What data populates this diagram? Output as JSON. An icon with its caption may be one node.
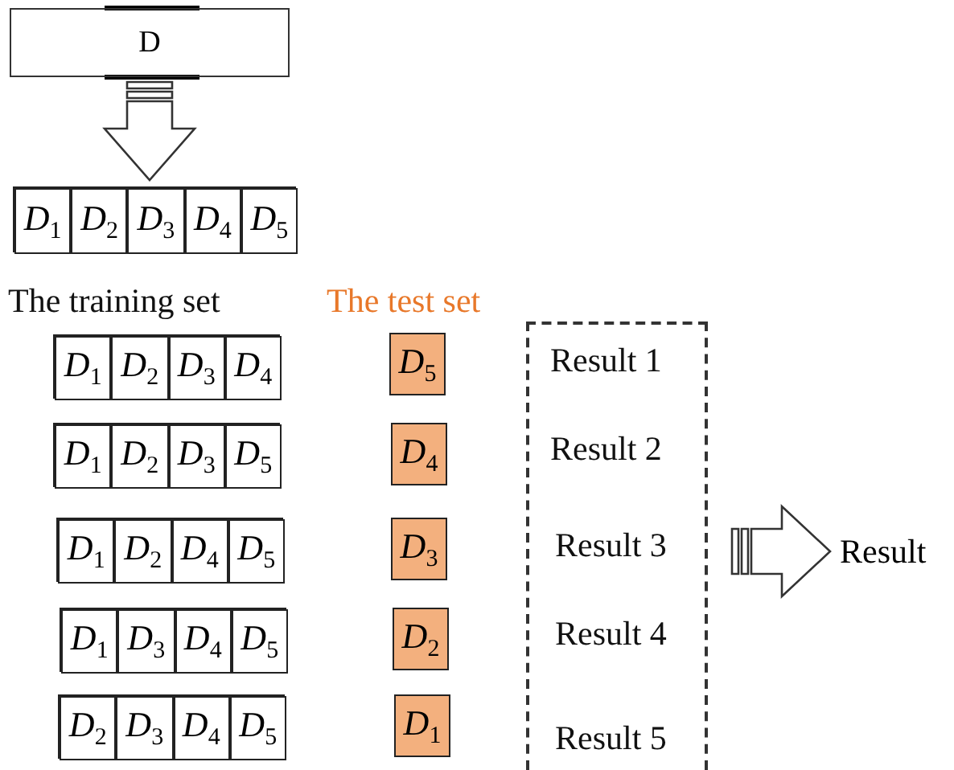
{
  "diagram": {
    "nodes": [
      {
        "text": [
          "D"
        ]
      },
      {
        "text": [],
        "shape": "box"
      },
      {
        "text": [
          "*D*$_{1}$"
        ],
        "in": 1
      },
      {
        "text": [
          "*D*$_{2}$"
        ],
        "in": 1
      },
      {
        "text": [
          "*D*$_{3}$"
        ],
        "in": 1
      },
      {
        "text": [
          "*D*$_{4}$"
        ],
        "in": 1
      },
      {
        "text": [
          "*D*$_{5}$"
        ],
        "in": 1
      },
      {
        "text": [],
        "shape": "box"
      },
      {
        "text": [
          "*D*$_{1}$"
        ],
        "in": 7
      },
      {
        "text": [
          "*D*$_{2}$"
        ],
        "in": 7
      },
      {
        "text": [
          "*D*$_{3}$"
        ],
        "in": 7
      },
      {
        "text": [
          "*D*$_{4}$"
        ],
        "in": 7
      },
      {
        "text": [
          "*D*$_{5}$"
        ]
      },
      {
        "text": [],
        "shape": "box"
      },
      {
        "text": [
          "*D*$_{1}$"
        ],
        "in": 13
      },
      {
        "text": [
          "*D*$_{2}$"
        ],
        "in": 13
      },
      {
        "text": [
          "*D*$_{3}$"
        ],
        "in": 13
      },
      {
        "text": [
          "*D*$_{5}$"
        ],
        "in": 13
      },
      {
        "text": [
          "*D*$_{4}$"
        ]
      },
      {
        "text": [],
        "shape": "box"
      },
      {
        "text": [
          "*D*$_{1}$"
        ],
        "in": 19
      },
      {
        "text": [
          "*D*$_{2}$"
        ],
        "in": 19
      },
      {
        "text": [
          "*D*$_{4}$"
        ],
        "in": 19
      },
      {
        "text": [
          "*D*$_{5}$"
        ],
        "in": 19
      },
      {
        "text": [
          "*D*$_{3}$"
        ]
      },
      {
        "text": [],
        "shape": "box"
      },
      {
        "text": [
          "*D*$_{1}$"
        ],
        "in": 25
      },
      {
        "text": [
          "*D*$_{3}$"
        ],
        "in": 25
      },
      {
        "text": [
          "*D*$_{4}$"
        ],
        "in": 25
      },
      {
        "text": [
          "*D*$_{5}$"
        ],
        "in": 25
      },
      {
        "text": [
          "*D*$_{2}$"
        ]
      },
      {
        "text": [],
        "shape": "box"
      },
      {
        "text": [
          "*D*$_{2}$"
        ],
        "in": 31
      },
      {
        "text": [
          "*D*$_{3}$"
        ],
        "in": 31
      },
      {
        "text": [
          "*D*$_{4}$"
        ],
        "in": 31
      },
      {
        "text": [
          "*D*$_{5}$"
        ],
        "in": 31
      },
      {
        "text": [
          "*D*$_{1}$"
        ]
      },
      {
        "text": [
          "Result 1",
          "Result 2",
          "Result 3",
          "Result 4",
          "Result 5"
        ]
      },
      {
        "text": [
          "Result"
        ]
      }
    ],
    "edges": [
      {
        "from": 0,
        "to": 1,
        "arrow": "to"
      },
      {
        "from": 37,
        "to": 38,
        "arrow": "to"
      }
    ],
    "labels": [
      "The training set",
      "The test set"
    ]
  }
}
